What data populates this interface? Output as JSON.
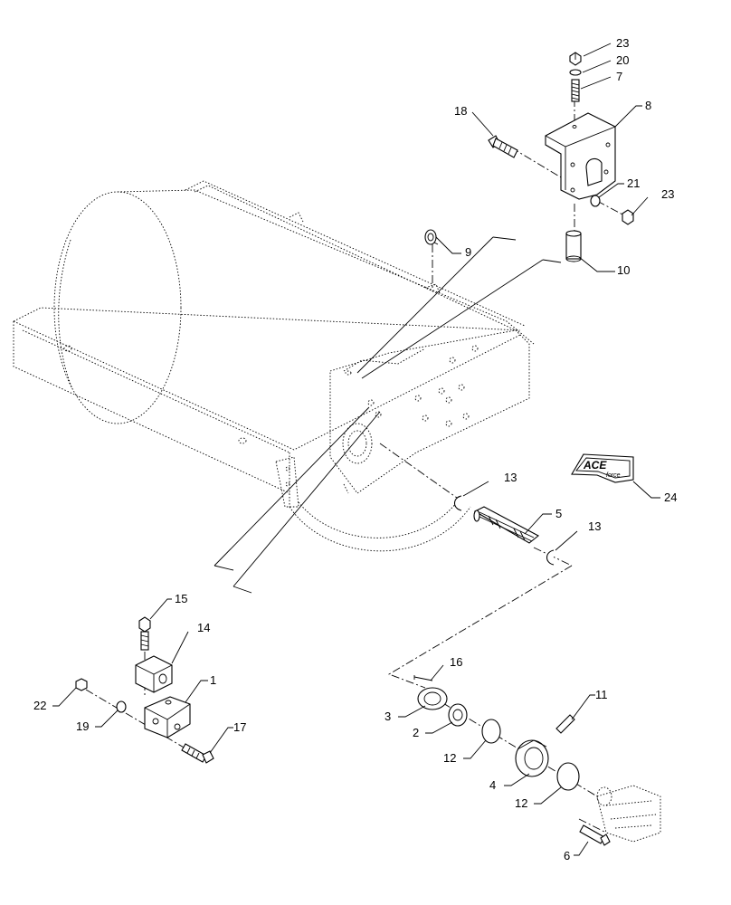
{
  "callouts": {
    "c1": "1",
    "c2": "2",
    "c3": "3",
    "c4": "4",
    "c5": "5",
    "c6": "6",
    "c7": "7",
    "c8": "8",
    "c9": "9",
    "c10": "10",
    "c11": "11",
    "c12a": "12",
    "c12b": "12",
    "c13a": "13",
    "c13b": "13",
    "c14": "14",
    "c15": "15",
    "c16": "16",
    "c17": "17",
    "c18": "18",
    "c19": "19",
    "c20": "20",
    "c21": "21",
    "c22": "22",
    "c23a": "23",
    "c23b": "23",
    "c24": "24"
  },
  "logo": {
    "brand": "ACE",
    "word": "force"
  }
}
